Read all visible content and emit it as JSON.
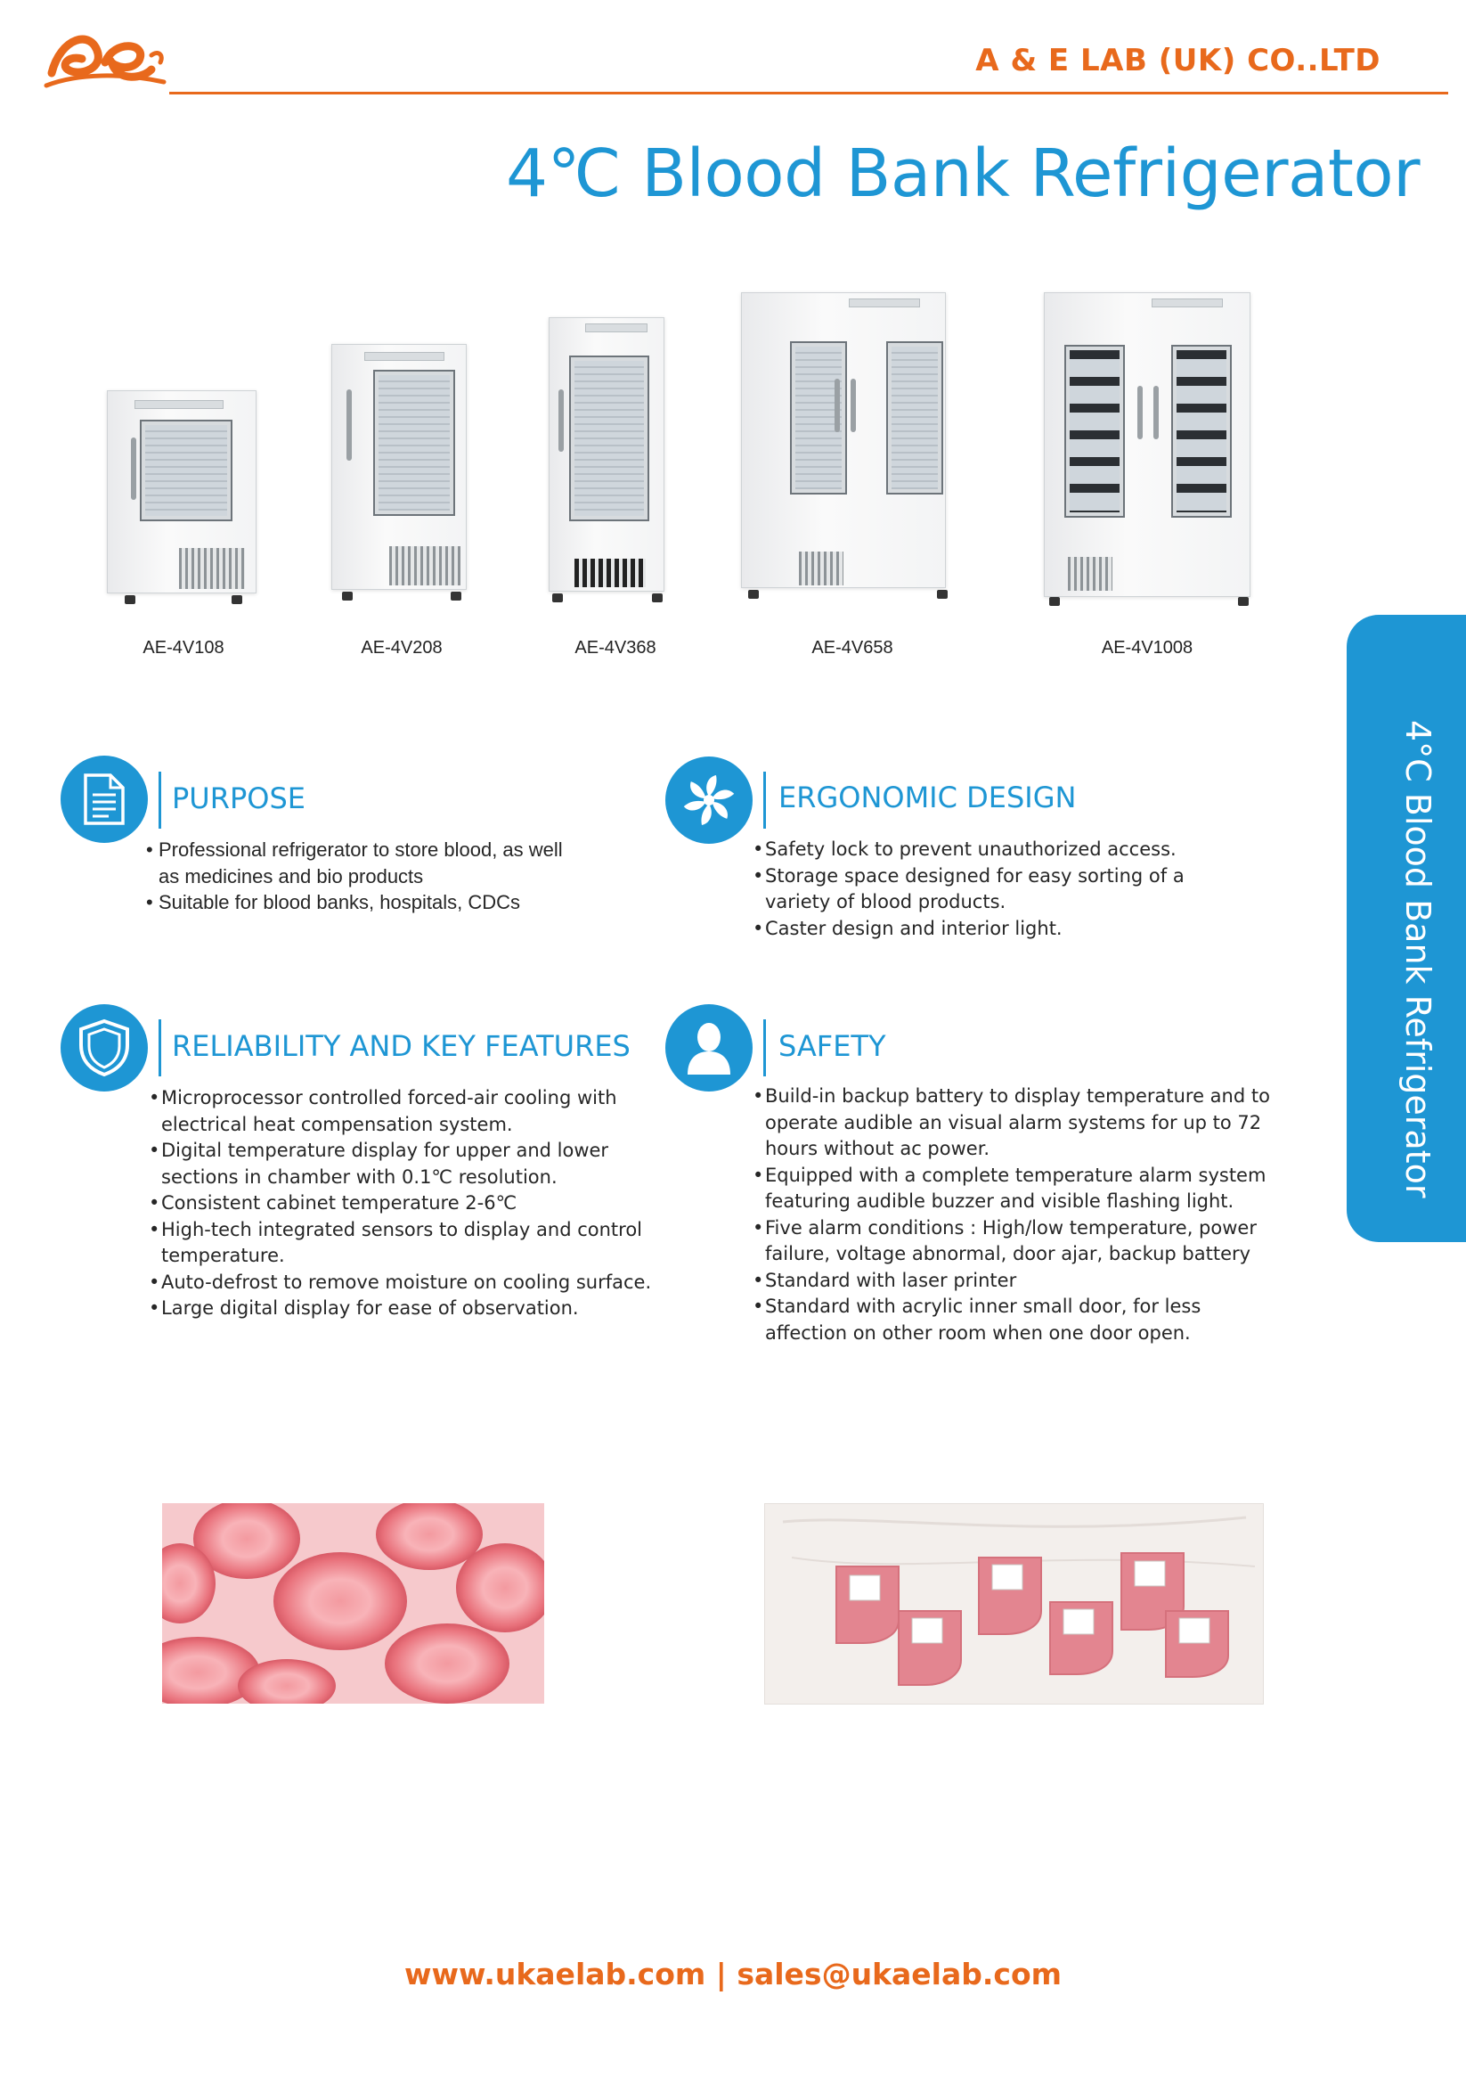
{
  "header": {
    "company": "A & E LAB (UK) CO..LTD",
    "logo_icon": "ae-logo-icon"
  },
  "title": "4℃ Blood Bank Refrigerator",
  "products": [
    {
      "model": "AE-4V108"
    },
    {
      "model": "AE-4V208"
    },
    {
      "model": "AE-4V368"
    },
    {
      "model": "AE-4V658"
    },
    {
      "model": "AE-4V1008"
    }
  ],
  "sections": {
    "purpose": {
      "icon": "document-icon",
      "title": "PURPOSE",
      "bullets": [
        "Professional refrigerator to store blood, as well as medicines and bio products",
        "Suitable for blood banks, hospitals, CDCs"
      ]
    },
    "ergonomic": {
      "icon": "fan-icon",
      "title": "ERGONOMIC DESIGN",
      "bullets": [
        "Safety lock to prevent unauthorized access.",
        "Storage space designed for easy sorting of a variety of blood products.",
        "Caster design and interior light."
      ]
    },
    "reliability": {
      "icon": "shield-icon",
      "title": "RELIABILITY AND KEY FEATURES",
      "bullets": [
        "Microprocessor controlled forced-air cooling with electrical heat compensation system.",
        "Digital temperature display for upper and lower sections in chamber with 0.1℃ resolution.",
        "Consistent cabinet temperature 2-6℃",
        "High-tech integrated sensors to display and control temperature.",
        "Auto-defrost to remove moisture on cooling surface.",
        "Large digital display for ease of observation."
      ]
    },
    "safety": {
      "icon": "person-icon",
      "title": "SAFETY",
      "bullets": [
        "Build-in backup battery to display temperature and to operate audible an visual alarm systems for up to 72 hours without ac power.",
        "Equipped with a complete temperature alarm system featuring audible buzzer and visible flashing light.",
        "Five alarm conditions : High/low temperature, power failure, voltage abnormal, door ajar, backup battery",
        "Standard with laser printer",
        "Standard with acrylic inner small door, for less affection on other room when one door open."
      ]
    }
  },
  "side_tab": "4°C Blood Bank Refrigerator",
  "footer": "www.ukaelab.com | sales@ukaelab.com",
  "colors": {
    "accent_blue": "#1e96d4",
    "accent_orange": "#e8691c"
  }
}
